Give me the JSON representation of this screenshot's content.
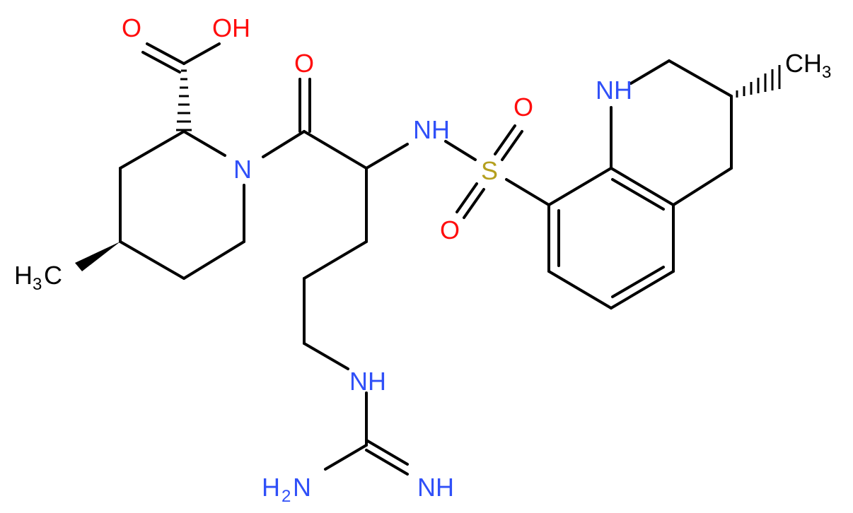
{
  "colors": {
    "bond": "#000000",
    "oxygen": "#ff0d0d",
    "nitrogen": "#3050f8",
    "sulfur": "#b5a01f",
    "carbon": "#000000"
  },
  "atoms": {
    "O_carbonyl_acid": "O",
    "OH": "OH",
    "O_amide": "O",
    "N_pip": "N",
    "NH_sulfonamide": "NH",
    "S": "S",
    "O_S_top": "O",
    "O_S_bottom": "O",
    "NH_ring": "NH",
    "CH3_right_main": "CH",
    "CH3_right_sub": "3",
    "CH3_left_h": "H",
    "CH3_left_sub": "3",
    "CH3_left_c": "C",
    "NH_guan": "NH",
    "H2N_h": "H",
    "H2N_sub": "2",
    "H2N_n": "N",
    "NH_imine": "NH"
  }
}
